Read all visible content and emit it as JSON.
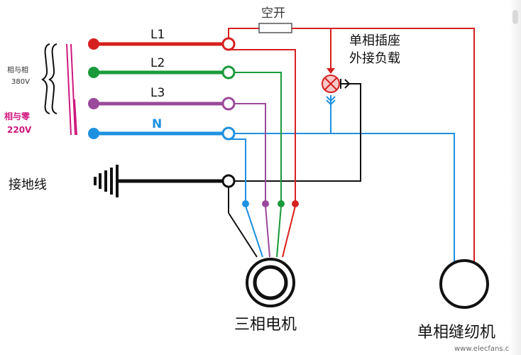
{
  "labels": {
    "breaker": "空开",
    "socket_line1": "单相插座",
    "socket_line2": "外接负载",
    "l1": "L1",
    "l2": "L2",
    "l3": "L3",
    "n": "N",
    "phase_to_phase_line1": "相与相",
    "phase_to_phase_line2": "380V",
    "phase_to_neutral_line1": "相与零",
    "phase_to_neutral_line2": "220V",
    "ground": "接地线",
    "motor": "三相电机",
    "sewing_machine": "单相缝纫机",
    "watermark": "www.elecfans.com"
  },
  "colors": {
    "l1": "#d62020",
    "l2": "#1a9a3a",
    "l3": "#9a4a9a",
    "n": "#1e90e0",
    "ground": "#111111",
    "accent_pink": "#d01880"
  },
  "icons": [
    "ground-symbol-icon",
    "lamp-icon",
    "motor-icon",
    "sewing-machine-icon",
    "switch-icon"
  ]
}
